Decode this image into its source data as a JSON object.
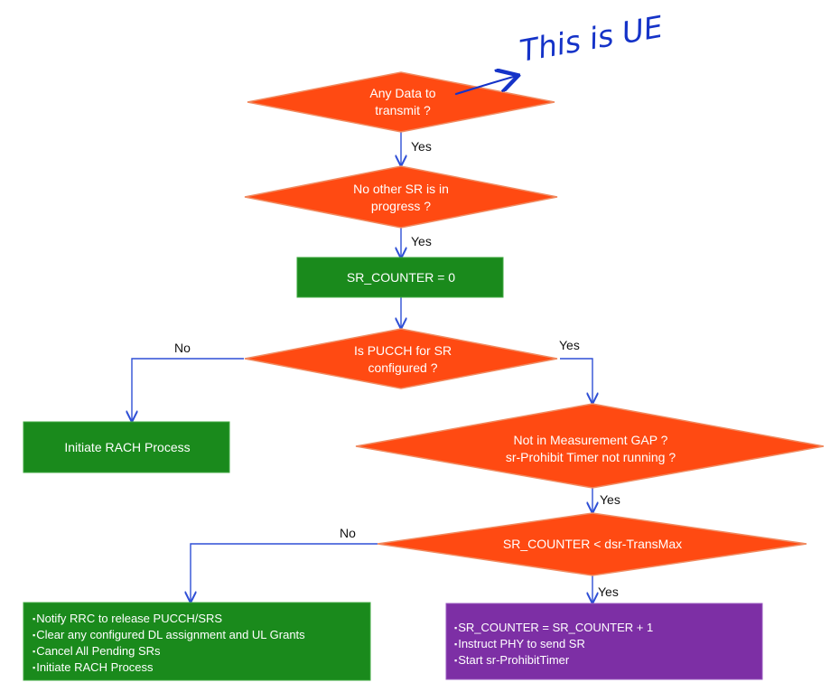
{
  "annotation": {
    "text": "This is UE",
    "color": "#1533c8"
  },
  "colors": {
    "decision": "#ff4a12",
    "decision_stroke": "#f08a60",
    "process_green": "#1a8a1c",
    "process_purple": "#7d2fa5",
    "arrow": "#2f4fd6"
  },
  "nodes": {
    "d1": {
      "lines": [
        "Any Data to",
        "transmit ?"
      ]
    },
    "d2": {
      "lines": [
        "No other SR is in",
        "progress ?"
      ]
    },
    "p1": {
      "text": "SR_COUNTER = 0"
    },
    "d3": {
      "lines": [
        "Is PUCCH for SR",
        "configured ?"
      ]
    },
    "p_rach": {
      "text": "Initiate RACH Process"
    },
    "d4": {
      "lines": [
        "Not in Measurement GAP ?",
        "sr-Prohibit Timer not running ?"
      ]
    },
    "d5": {
      "lines": [
        "SR_COUNTER < dsr-TransMax"
      ]
    },
    "p_release": {
      "items": [
        "Notify RRC to release PUCCH/SRS",
        "Clear any configured DL assignment and UL Grants",
        "Cancel All Pending SRs",
        "Initiate RACH Process"
      ]
    },
    "p_send": {
      "items": [
        "SR_COUNTER = SR_COUNTER + 1",
        "Instruct PHY to send SR",
        "Start sr-ProhibitTimer"
      ]
    }
  },
  "edge_labels": {
    "d1_yes": "Yes",
    "d2_yes": "Yes",
    "d3_no": "No",
    "d3_yes": "Yes",
    "d4_yes": "Yes",
    "d5_no": "No",
    "d5_yes": "Yes"
  }
}
